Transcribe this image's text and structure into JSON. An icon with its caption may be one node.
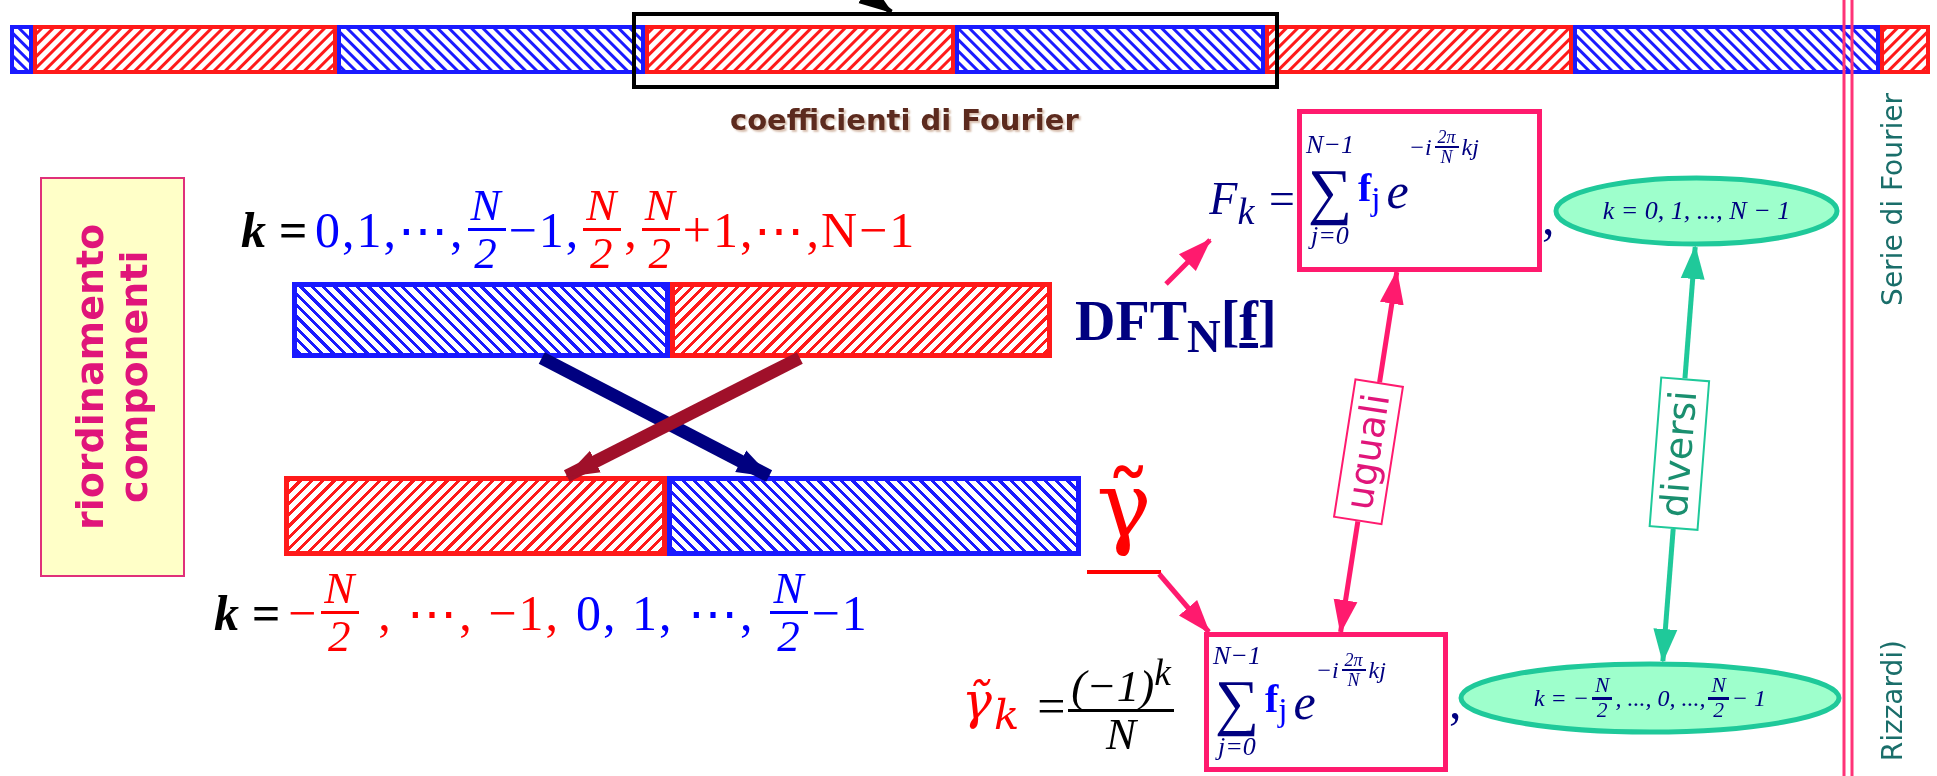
{
  "diagram": {
    "nodes": [
      {
        "text": [],
        "shape": "box",
        "beside": [
          "coefficienti di Fourier"
        ]
      },
      {
        "text": [
          "riordinamento componenti"
        ]
      },
      {
        "text": [],
        "shape": "bar"
      },
      {
        "text": [],
        "shape": "bar"
      },
      {
        "text": [
          "DFT$_{N}$[**f**]"
        ]
      },
      {
        "text": [
          "F$_{k}$ ="
        ]
      },
      {
        "text": [
          "N−1",
          "∑",
          "j=0",
          "**f**$_{j}$",
          "e",
          "−i",
          "2π",
          "N",
          "kj"
        ]
      },
      {
        "text": [
          "k = 0, 1, ..., N − 1"
        ]
      },
      {
        "text": [],
        "shape": "bar"
      },
      {
        "text": [],
        "shape": "bar"
      },
      {
        "text": [
          "γ̃"
        ]
      },
      {
        "text": [
          "N−1",
          "∑",
          "j=0",
          "**f**$_{j}$",
          "e",
          "−i",
          "2π",
          "N",
          "kj"
        ]
      },
      {
        "text": [
          "k = −",
          "N",
          "2",
          ", ..., 0, ...,",
          "N",
          "2",
          "− 1"
        ]
      }
    ],
    "edges": [
      {
        "from": null,
        "to": 0,
        "arrow": "to",
        "color": "#000000"
      },
      {
        "from": 2,
        "to": 9,
        "arrow": "to",
        "style": "thick",
        "color": "#000080"
      },
      {
        "from": 3,
        "to": 8,
        "arrow": "to",
        "style": "thick",
        "color": "#a0102a"
      },
      {
        "from": 4,
        "to": 5,
        "arrow": "to"
      },
      {
        "from": 6,
        "to": 11,
        "arrow": "both",
        "label": "uguali"
      },
      {
        "from": 10,
        "to": 11,
        "arrow": "to"
      },
      {
        "from": 7,
        "to": 12,
        "arrow": "both",
        "label": "diversi",
        "color": "#1fc99a"
      }
    ],
    "labels": [
      "k =",
      "0,1,⋯,",
      "N",
      "2",
      "−1,",
      "N",
      "2",
      ",",
      "N",
      "2",
      "+1,⋯,N−1",
      ",",
      "k =",
      "−",
      "N",
      "2",
      ", ⋯, −1,",
      "0, 1, ⋯,",
      "N",
      "2",
      "−1",
      "γ̃$_{k}$",
      "=",
      "(−1)$^{k}$",
      "N",
      ",",
      "Serie di Fourier",
      "Rizzardi)"
    ]
  }
}
